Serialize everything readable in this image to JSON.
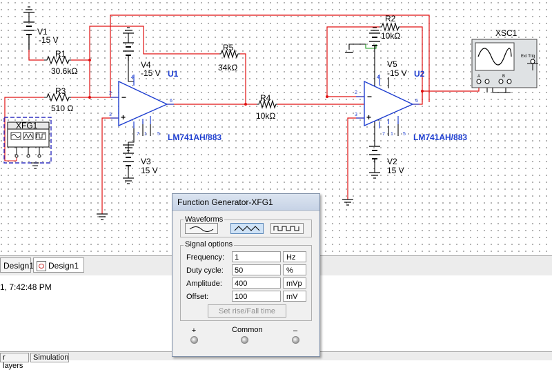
{
  "schematic": {
    "v1": {
      "name": "V1",
      "value": "-15 V"
    },
    "r1": {
      "name": "R1",
      "value": "30.6kΩ"
    },
    "r3": {
      "name": "R3",
      "value": "510 Ω"
    },
    "xfg1": {
      "name": "XFG1"
    },
    "v4": {
      "name": "V4",
      "value": "-15 V"
    },
    "u1": {
      "name": "U1",
      "part": "LM741AH/883"
    },
    "v3": {
      "name": "V3",
      "value": "15 V"
    },
    "r5": {
      "name": "R5",
      "value": "34kΩ"
    },
    "r4": {
      "name": "R4",
      "value": "10kΩ"
    },
    "r2": {
      "name": "R2",
      "value": "10kΩ"
    },
    "v5": {
      "name": "V5",
      "value": "-15 V"
    },
    "u2": {
      "name": "U2",
      "part": "LM741AH/883"
    },
    "v2": {
      "name": "V2",
      "value": "15 V"
    },
    "xsc1": {
      "name": "XSC1",
      "ext_trig": "Ext Trig",
      "ch_a": "A",
      "ch_b": "B"
    },
    "opamp_pins": {
      "p2": "2",
      "p3": "3",
      "p4": "4",
      "p5": "5",
      "p6": "6",
      "p7": "7",
      "p1": "1"
    },
    "colors": {
      "wire_red": "#e01010",
      "opamp_blue": "#1f3fd0",
      "xfg_outline": "#3030c0"
    }
  },
  "tabs": [
    {
      "label": "Design1"
    },
    {
      "label": "Design1 *"
    }
  ],
  "log": {
    "line": "1, 7:42:48 PM"
  },
  "bottom_tabs": [
    {
      "label": "r layers"
    },
    {
      "label": "Simulation"
    }
  ],
  "function_generator": {
    "title": "Function Generator-XFG1",
    "waveforms_label": "Waveforms",
    "waveforms": [
      {
        "name": "sine",
        "icon": "sine-wave-icon",
        "selected": false
      },
      {
        "name": "triangle",
        "icon": "triangle-wave-icon",
        "selected": true
      },
      {
        "name": "square",
        "icon": "square-wave-icon",
        "selected": false
      }
    ],
    "signal_options_label": "Signal options",
    "params": {
      "frequency": {
        "label": "Frequency:",
        "value": "1",
        "unit": "Hz"
      },
      "duty": {
        "label": "Duty cycle:",
        "value": "50",
        "unit": "%"
      },
      "amplitude": {
        "label": "Amplitude:",
        "value": "400",
        "unit": "mVp"
      },
      "offset": {
        "label": "Offset:",
        "value": "100",
        "unit": "mV"
      }
    },
    "rise_fall_button": "Set rise/Fall time",
    "terminals": {
      "plus": "+",
      "common": "Common",
      "minus": "–"
    }
  }
}
